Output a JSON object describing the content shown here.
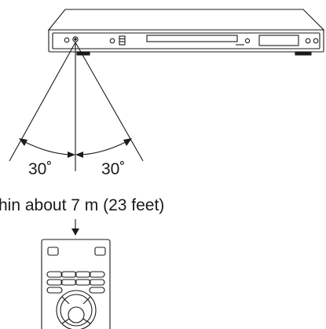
{
  "diagram": {
    "angle_left": "30˚",
    "angle_right": "30˚",
    "distance_text": "hin about 7 m (23 feet)"
  }
}
